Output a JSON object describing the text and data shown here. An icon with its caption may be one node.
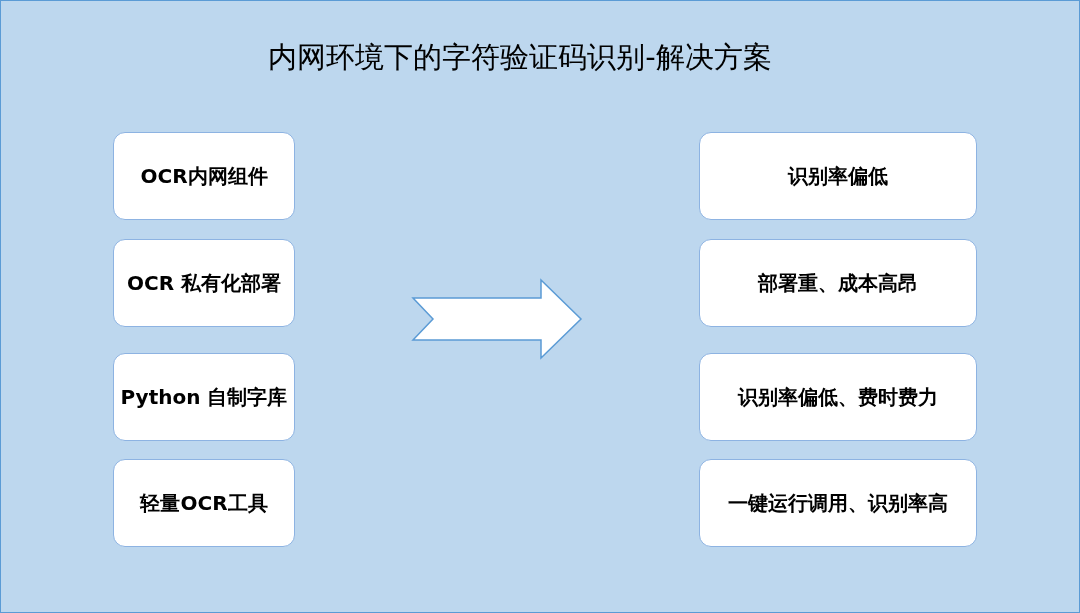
{
  "diagram": {
    "title": "内网环境下的字符验证码识别-解决方案",
    "nodes": [
      {
        "text": [
          "OCR内网组件"
        ]
      },
      {
        "text": [
          "OCR 私有化部署"
        ]
      },
      {
        "text": [
          "Python 自制字库"
        ]
      },
      {
        "text": [
          "轻量OCR工具"
        ]
      },
      {
        "text": [
          "识别率偏低"
        ]
      },
      {
        "text": [
          "部署重、成本高昂"
        ]
      },
      {
        "text": [
          "识别率偏低、费时费力"
        ]
      },
      {
        "text": [
          "一键运行调用、识别率高"
        ]
      }
    ]
  }
}
